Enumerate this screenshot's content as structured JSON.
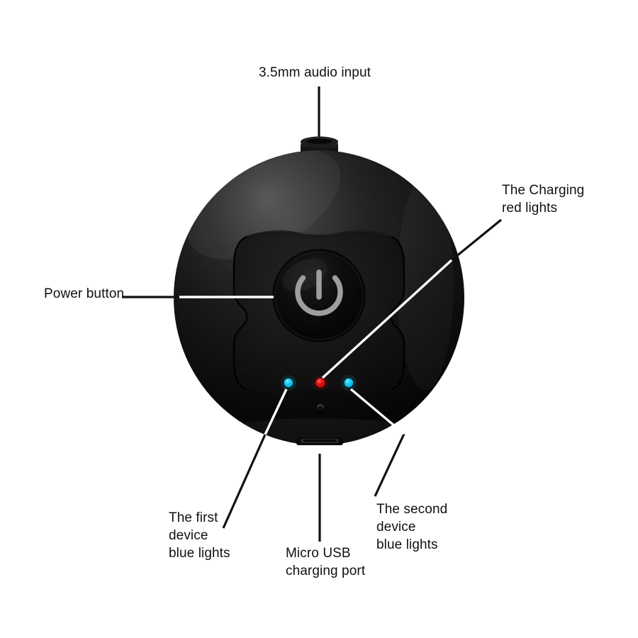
{
  "diagram": {
    "title": "Bluetooth audio transmitter callout diagram",
    "background_color": "#ffffff",
    "device": {
      "name": "bluetooth-audio-transmitter",
      "body_color": "#111111",
      "body_highlight_color": "#3a3a3a"
    },
    "callouts": [
      {
        "id": "audio-input",
        "lines": [
          "3.5mm audio input"
        ],
        "text": "3.5mm audio input"
      },
      {
        "id": "charging-red-lights",
        "lines": [
          "The Charging",
          "red lights"
        ],
        "text": "The Charging\nred lights"
      },
      {
        "id": "power-button",
        "lines": [
          "Power button"
        ],
        "text": "Power button"
      },
      {
        "id": "first-device-blue-lights",
        "lines": [
          "The first",
          "device",
          "blue lights"
        ],
        "text": "The first\ndevice\nblue lights"
      },
      {
        "id": "micro-usb-charging-port",
        "lines": [
          "Micro USB",
          "charging port"
        ],
        "text": "Micro USB\ncharging port"
      },
      {
        "id": "second-device-blue-lights",
        "lines": [
          "The second",
          "device",
          "blue lights"
        ],
        "text": "The second\ndevice\nblue lights"
      }
    ],
    "indicators": {
      "led_first_device_color": "#14c8f5",
      "led_charging_color": "#e81414",
      "led_second_device_color": "#14c8f5",
      "power_icon_color": "#9a9a9a"
    },
    "leader_lines": {
      "color_over_device": "#ffffff",
      "color_over_background": "#111111"
    }
  }
}
